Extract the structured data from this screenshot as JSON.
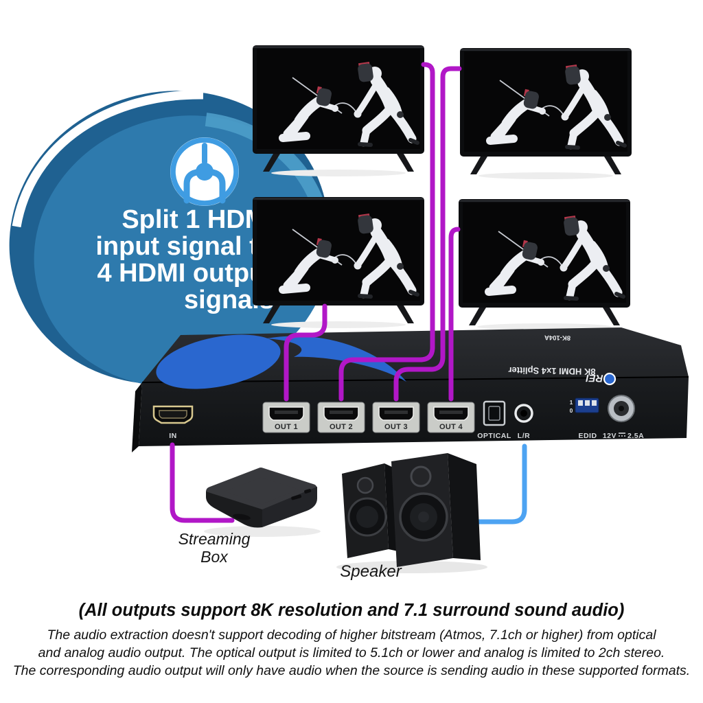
{
  "badge": {
    "lines": [
      "Split 1 HDMI",
      "input signal to",
      "4 HDMI output",
      "signals"
    ],
    "icon": "hdmi-splitter-icon"
  },
  "device": {
    "brand": "OREI",
    "brand_letters": "REI",
    "top_label": "8K HDMI 1x4 Splitter",
    "model": "8K-104A",
    "front": {
      "input_label": "IN",
      "output_labels": [
        "OUT 1",
        "OUT 2",
        "OUT 3",
        "OUT 4"
      ],
      "optical_label": "OPTICAL",
      "audio_label": "L/R",
      "edid_label": "EDID",
      "dip_on": "1",
      "dip_off": "0",
      "power_volts": "12V",
      "power_amps": "2.5A"
    }
  },
  "peripherals": {
    "streaming_box_label_line1": "Streaming",
    "streaming_box_label_line2": "Box",
    "speaker_label": "Speaker"
  },
  "footer": {
    "heading": "(All outputs support 8K resolution and 7.1 surround sound audio)",
    "note_lines": [
      "The audio extraction doesn't support decoding of higher bitstream (Atmos, 7.1ch or higher) from optical",
      "and analog audio output. The optical output is limited to 5.1ch or lower and analog is limited to 2ch stereo.",
      "The corresponding audio output will only have audio when the source is sending audio in these supported formats."
    ]
  },
  "colors": {
    "hdmi_cable": "#b117c7",
    "audio_cable": "#4da3f2",
    "badge_main": "#2e7aad",
    "badge_dark": "#1f6191",
    "badge_light": "#4d9dc9",
    "icon_blue": "#3f9ce2",
    "logo_blue": "#2a67cf"
  }
}
